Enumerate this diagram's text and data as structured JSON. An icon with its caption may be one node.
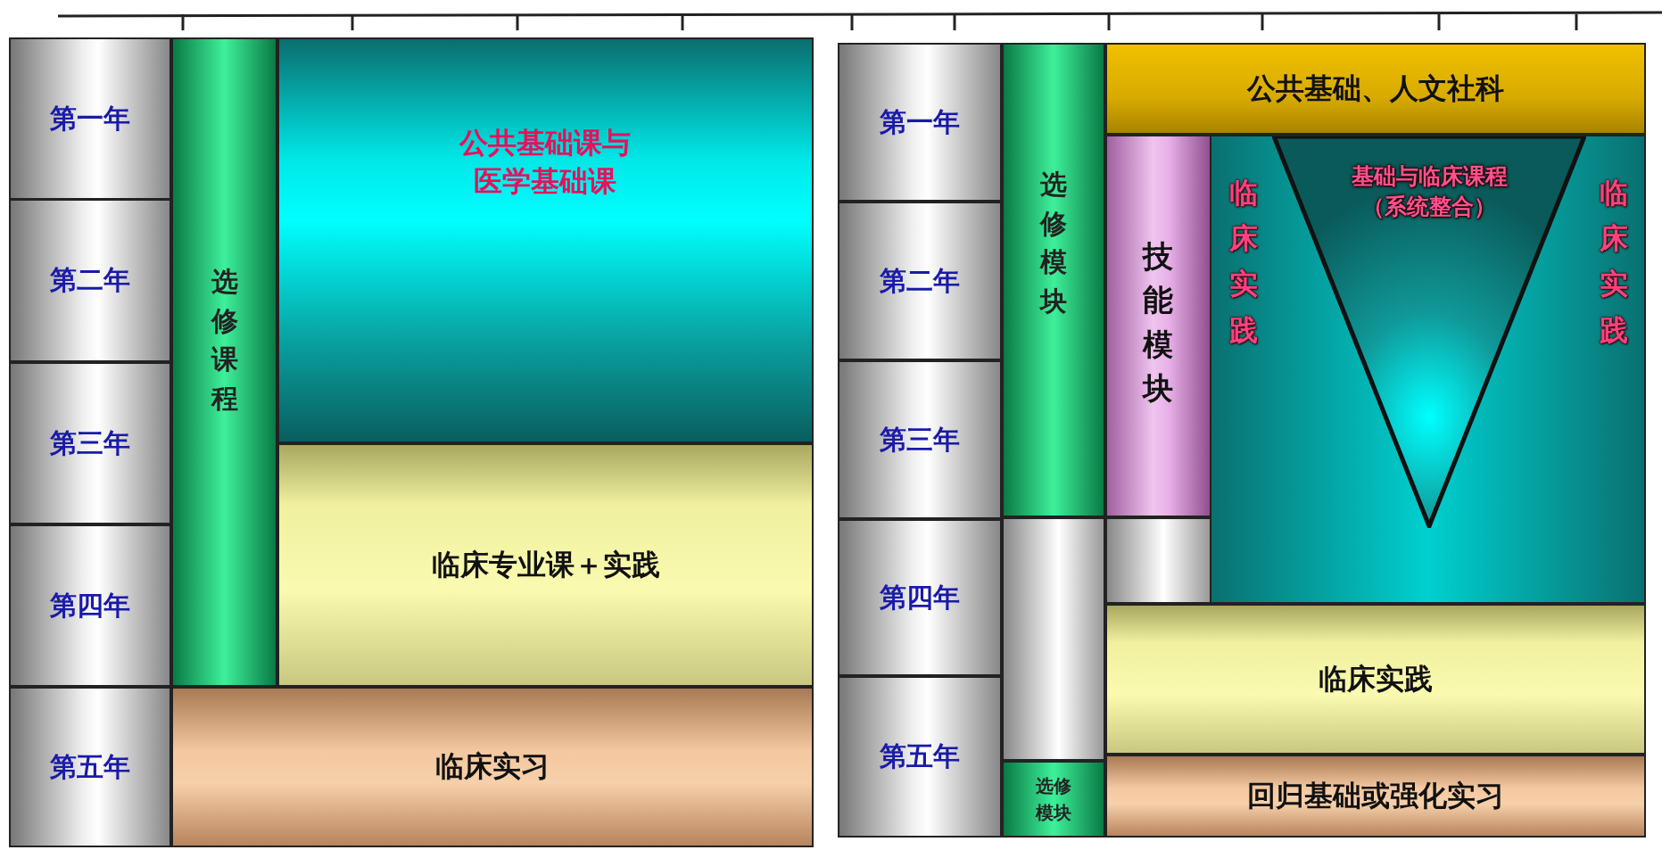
{
  "diagram": {
    "nodes": [
      {
        "text": [
          "第一年"
        ]
      },
      {
        "text": [
          "第二年"
        ]
      },
      {
        "text": [
          "第三年"
        ]
      },
      {
        "text": [
          "第四年"
        ]
      },
      {
        "text": [
          "第五年"
        ]
      },
      {
        "text": [
          "选修课程"
        ]
      },
      {
        "text": [
          "公共基础课与医学基础课"
        ]
      },
      {
        "text": [
          "临床专业课＋实践"
        ]
      },
      {
        "text": [
          "临床实习"
        ]
      },
      {
        "text": [
          "第一年"
        ]
      },
      {
        "text": [
          "第二年"
        ]
      },
      {
        "text": [
          "第三年"
        ]
      },
      {
        "text": [
          "第四年"
        ]
      },
      {
        "text": [
          "第五年"
        ]
      },
      {
        "text": [
          "选修模块"
        ]
      },
      {
        "text": [],
        "shape": "box"
      },
      {
        "text": [
          "选修模块"
        ]
      },
      {
        "text": [
          "公共基础、人文社科"
        ]
      },
      {
        "text": [
          "技能模块"
        ]
      },
      {
        "text": [],
        "shape": "box"
      },
      {
        "text": [
          "临床实践",
          "临床实践"
        ]
      },
      {
        "text": [
          "基础与临床课程（系统整合）"
        ],
        "in": 20
      },
      {
        "text": [
          "临床实践"
        ]
      },
      {
        "text": [
          "回归基础或强化实习"
        ]
      }
    ]
  }
}
